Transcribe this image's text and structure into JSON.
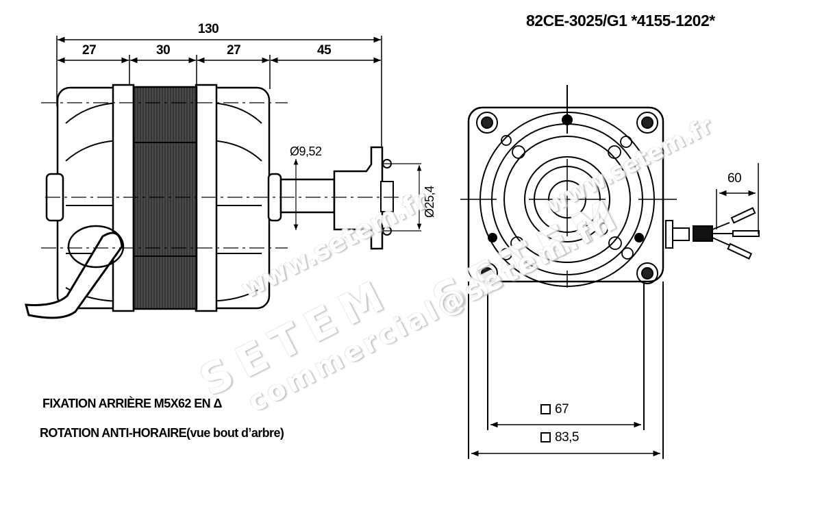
{
  "header": {
    "part_number": "82CE-3025/G1  *4155-1202*"
  },
  "side_view": {
    "overall_length": "130",
    "segments": [
      "27",
      "30",
      "27",
      "45"
    ],
    "shaft_diameter": "Ø9,52",
    "hub_diameter": "Ø25,4"
  },
  "front_view": {
    "lead_length": "60",
    "inner_square": "67",
    "outer_square": "83,5"
  },
  "notes": {
    "line1": "FIXATION ARRIÈRE M5X62 EN Δ",
    "line2": "ROTATION ANTI-HORAIRE(vue bout d’arbre)"
  },
  "watermarks": {
    "url": "www.setem.fr",
    "brand": "SETEM",
    "email": "commercial@setem.fr"
  },
  "colors": {
    "line": "#000000",
    "stator_fill": "#3a3a3a",
    "watermark_shadow": "#bdbdbd",
    "background": "#ffffff"
  }
}
